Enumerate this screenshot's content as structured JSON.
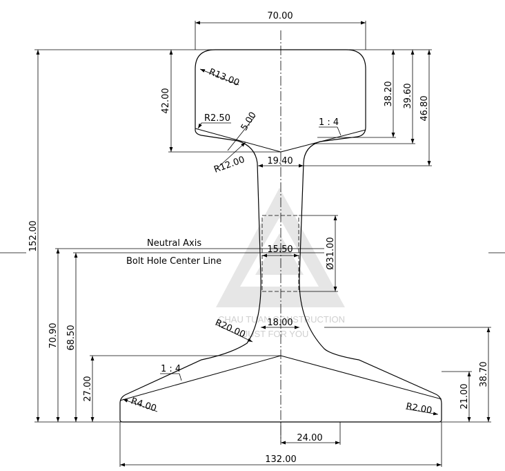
{
  "drawing": {
    "width_head": "70.00",
    "width_base": "132.00",
    "total_height": "152.00",
    "head_height": "42.00",
    "head_dim_a": "38.20",
    "head_dim_b": "39.60",
    "head_dim_c": "46.80",
    "web_top_width": "19.40",
    "web_mid_width": "15.50",
    "web_low_width": "18.00",
    "bolt_hole_dia": "Ø31.00",
    "neutral_axis_height": "70.90",
    "bolt_hole_height": "68.50",
    "base_slope_height": "27.00",
    "base_edge_height": "21.00",
    "base_right_height": "38.70",
    "offset_24": "24.00",
    "r13": "R13.00",
    "r2_5": "R2.50",
    "dim_5": "5.00",
    "r12": "R12.00",
    "slope_head": "1 : 4",
    "slope_base": "1 : 4",
    "r20": "R20.00",
    "r4": "R4.00",
    "r2": "R2.00",
    "neutral_axis_label": "Neutral Axis",
    "bolt_hole_label": "Bolt Hole Center Line"
  },
  "watermark": {
    "line1": "CHAU TUAN CONSTRUCTION",
    "line2": "JUST FOR YOU"
  }
}
